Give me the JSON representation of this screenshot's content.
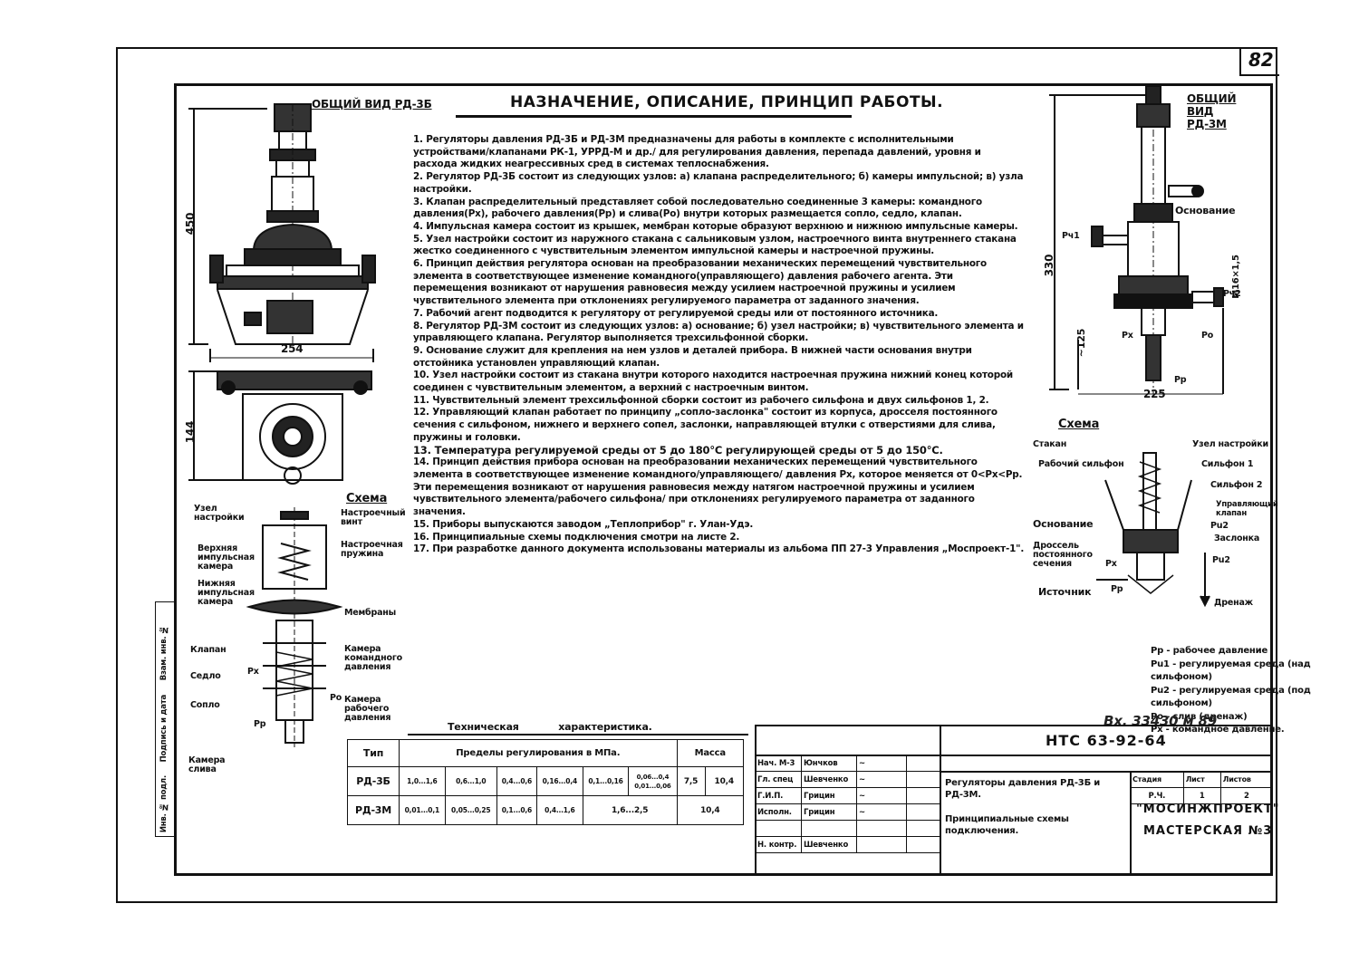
{
  "page_number": "82",
  "header": {
    "title": "НАЗНАЧЕНИЕ, ОПИСАНИЕ, ПРИНЦИП РАБОТЫ.",
    "left_view_label": "ОБЩИЙ ВИД РД-3Б",
    "right_view_label": "ОБЩИЙ ВИД РД-3М"
  },
  "description": [
    "1. Регуляторы давления РД-3Б и РД-3М предназначены для работы в комплекте с исполнительными устройствами/клапанами РК-1, УРРД-М и др./ для регулирования давления, перепада давлений, уровня и расхода жидких неагрессивных сред в системах теплоснабжения.",
    "2. Регулятор РД-3Б состоит из следующих узлов: а) клапана распределительного; б) камеры импульсной; в) узла настройки.",
    "3. Клапан распределительный представляет собой последовательно соединенные 3 камеры: командного давления(Рх), рабочего давления(Рр) и слива(Ро) внутри которых размещается сопло, седло, клапан.",
    "4. Импульсная камера состоит из крышек, мембран которые образуют верхнюю и нижнюю импульсные камеры.",
    "5. Узел настройки состоит из наружного стакана с сальниковым узлом, настроечного винта внутреннего стакана жестко соединенного с чувствительным элементом импульсной камеры и настроечной пружины.",
    "6. Принцип действия регулятора основан на преобразовании механических перемещений чувствительного элемента в соответствующее изменение командного(управляющего) давления рабочего агента. Эти перемещения возникают от нарушения равновесия между усилием настроечной пружины и усилием чувствительного элемента при отклонениях регулируемого параметра от заданного значения.",
    "7. Рабочий агент подводится к регулятору от регулируемой среды или от постоянного источника.",
    "8. Регулятор РД-3М состоит из следующих узлов: а) основание; б) узел настройки; в) чувствительного элемента и управляющего клапана. Регулятор выполняется трехсильфонной сборки.",
    "9. Основание служит для крепления на нем узлов и деталей прибора. В нижней части основания внутри отстойника установлен управляющий клапан.",
    "10. Узел настройки состоит из стакана внутри которого находится настроечная пружина нижний конец которой соединен с чувствительным элементом, а верхний с настроечным винтом.",
    "11. Чувствительный элемент трехсильфонной сборки состоит из рабочего сильфона и двух сильфонов 1, 2.",
    "12. Управляющий клапан работает по принципу „сопло-заслонка\" состоит из корпуса, дросселя постоянного сечения с сильфоном, нижнего и верхнего сопел, заслонки, направляющей втулки с отверстиями для слива, пружины и головки.",
    "13. Температура регулируемой среды от 5 до 180°С регулирующей среды от 5 до 150°С.",
    "14. Принцип действия прибора основан на преобразовании механических перемещений чувствительного элемента в соответствующее изменение командного/управляющего/ давления Рх, которое меняется от 0<Рх<Рр. Эти перемещения возникают от нарушения равновесия между натягом настроечной пружины и усилием чувствительного элемента/рабочего сильфона/ при отклонениях регулируемого параметра от заданного значения.",
    "15. Приборы выпускаются заводом „Теплоприбор\" г. Улан-Удэ.",
    "16. Принципиальные схемы подключения смотри на листе 2.",
    "17. При разработке данного документа использованы материалы из альбома ПП 27-3 Управления „Моспроект-1\"."
  ],
  "left_drawing": {
    "dim_height": "450",
    "dim_width": "254",
    "dim_plan": "144",
    "schema_title": "Схема",
    "labels": {
      "node": "Узел настройки",
      "screw": "Настроечный винт",
      "upper": "Верхняя импульсная камера",
      "spring": "Настроечная пружина",
      "lower": "Нижняя импульсная камера",
      "membranes": "Мембраны",
      "valve": "Клапан",
      "cmd_chamber": "Камера командного давления",
      "seat": "Седло",
      "nozzle": "Сопло",
      "work_chamber": "Камера рабочего давления",
      "drain_chamber": "Камера слива",
      "px": "Рх",
      "pp": "Рр",
      "po": "Ро"
    }
  },
  "right_drawing": {
    "dim_height": "330",
    "dim_width": "225",
    "dim_125": "~125",
    "dim_thread": "М16×1,5",
    "base_label": "Основание",
    "labels_short": [
      "Рч1",
      "Рч2",
      "Рх",
      "Ро",
      "Рр"
    ],
    "schema_title": "Схема",
    "labels": {
      "cup": "Стакан",
      "node": "Узел настройки",
      "work_bellows": "Рабочий сильфон",
      "bellows1": "Сильфон 1",
      "bellows2": "Сильфон 2",
      "control_valve": "Управляющий клапан",
      "pu": "Рu2",
      "base": "Основание",
      "flap": "Заслонка",
      "throttle": "Дроссель постоянного сечения",
      "pu2": "Рu2",
      "source": "Источник",
      "drain": "Дренаж",
      "px": "Рх",
      "pp": "Рр"
    }
  },
  "legend": [
    "Рр - рабочее давление",
    "Рu1 - регулируемая среда (над сильфоном)",
    "Рu2 - регулируемая среда (под сильфоном)",
    "Ро - слив (дренаж)",
    "Рх - командное давление."
  ],
  "stamp": "Вх. 33430 м 89",
  "spec_table": {
    "caption": "Техническая характеристика.",
    "headers": [
      "Тип",
      "Пределы регулирования в МПа.",
      "Масса"
    ],
    "rows": [
      {
        "type": "РД-3Б",
        "ranges": [
          "1,0...1,6",
          "0,6...1,0",
          "0,4...0,6",
          "0,16...0,4",
          "0,1...0,16",
          "0,06...0,4",
          "0,01...0,06"
        ],
        "mass": [
          "7,5",
          "10,4"
        ]
      },
      {
        "type": "РД-3М",
        "ranges": [
          "0,01...0,1",
          "0,05...0,25",
          "0,1...0,6",
          "0,4...1,6",
          "1,6...2,5"
        ],
        "mass": [
          "10,4"
        ]
      }
    ]
  },
  "title_block": {
    "code": "НТС 63-92-64",
    "roles": [
      "Нач. М-3",
      "Гл. спец",
      "Г.И.П.",
      "Исполн.",
      "",
      "Н. контр."
    ],
    "names": [
      "Юнчков",
      "Шевченко",
      "Грицин",
      "Грицин",
      "",
      "Шевченко"
    ],
    "title1": "Регуляторы давления РД-3Б и РД-3М.",
    "title2": "Принципиальные схемы подключения.",
    "stage_header": "Стадия",
    "sheet_header": "Лист",
    "sheets_header": "Листов",
    "stage": "Р.Ч.",
    "sheet": "1",
    "sheets": "2",
    "org": "\"МОСИНЖПРОЕКТ\"",
    "workshop": "МАСТЕРСКАЯ №3"
  },
  "margin_stamp": [
    "Инв. № подл.",
    "Подпись и дата",
    "Взам. инв. №"
  ]
}
